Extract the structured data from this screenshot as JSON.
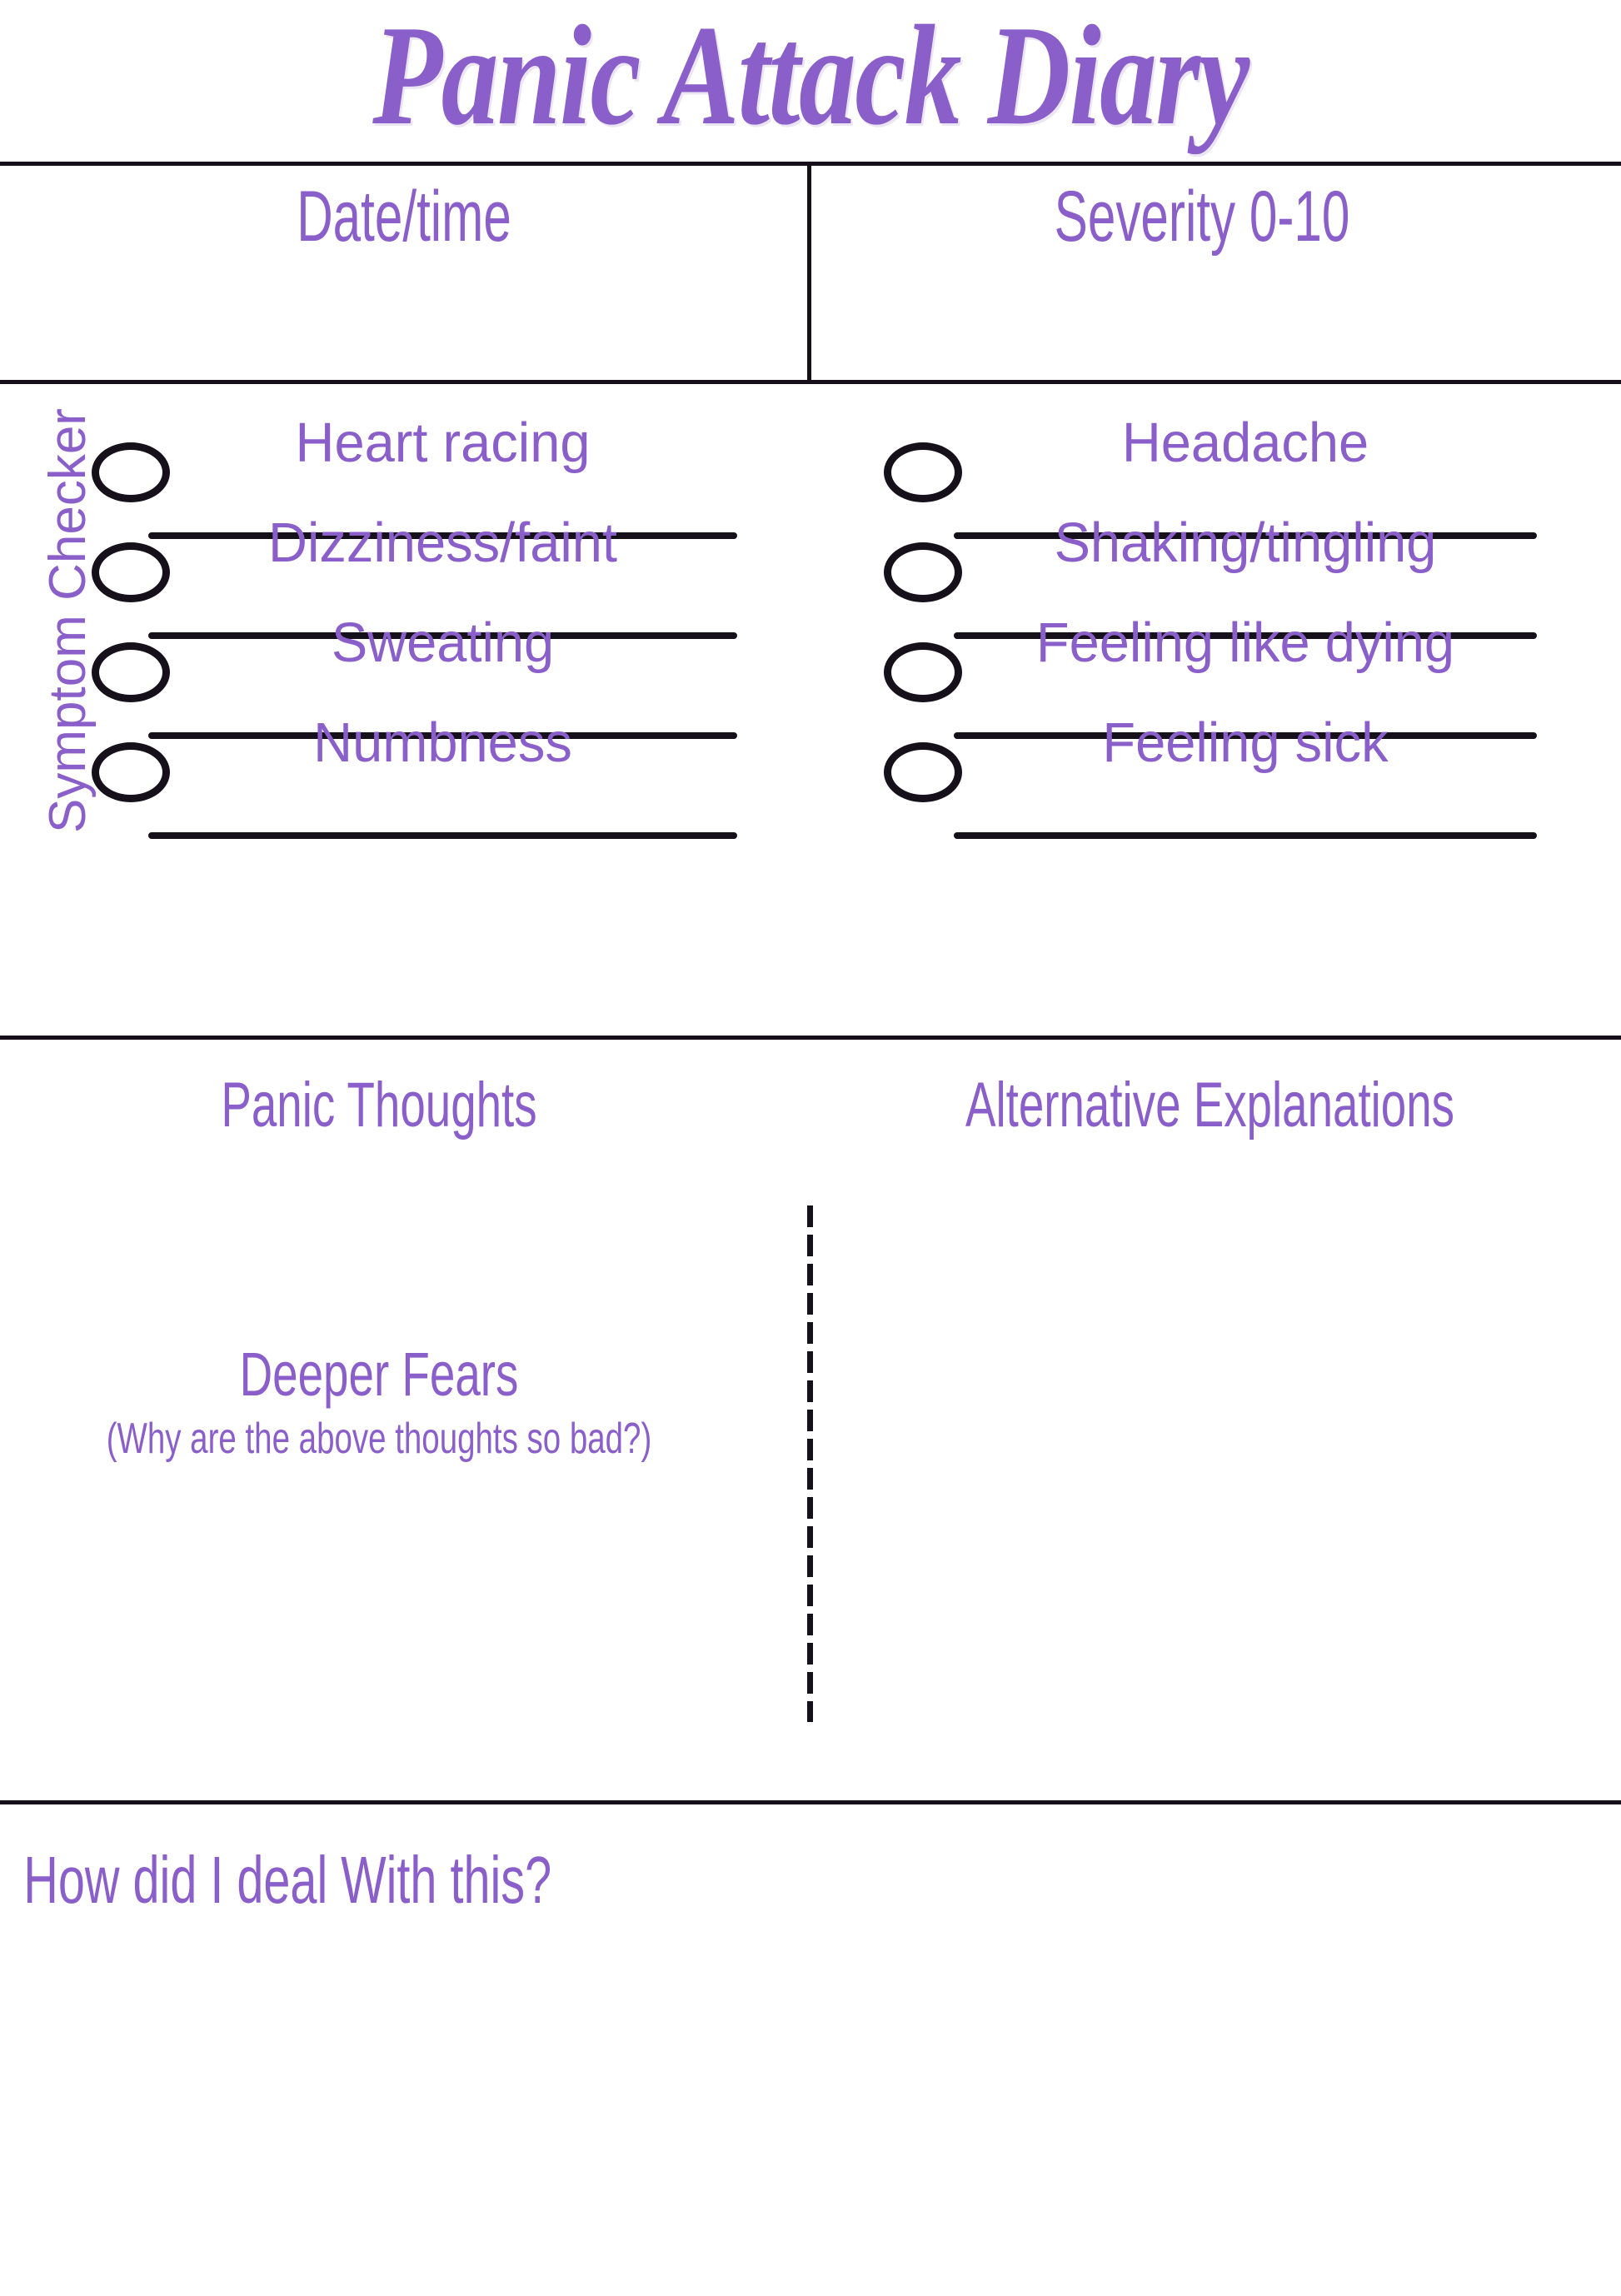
{
  "page": {
    "title": "Panic Attack Diary",
    "accent_color": "#8B5FC9",
    "line_color": "#151019",
    "background": "#ffffff"
  },
  "header": {
    "date_time_label": "Date/time",
    "severity_label": "Severity 0-10"
  },
  "symptom_checker": {
    "section_label": "Symptom Checker",
    "left_column": [
      {
        "label": "Heart racing"
      },
      {
        "label": "Dizziness/faint"
      },
      {
        "label": "Sweating"
      },
      {
        "label": "Numbness"
      }
    ],
    "right_column": [
      {
        "label": "Headache"
      },
      {
        "label": "Shaking/tingling"
      },
      {
        "label": "Feeling like dying"
      },
      {
        "label": "Feeling sick"
      }
    ]
  },
  "thoughts": {
    "panic_thoughts_label": "Panic Thoughts",
    "alternative_explanations_label": "Alternative Explanations",
    "deeper_fears_label": "Deeper Fears",
    "deeper_fears_hint": "(Why are the above thoughts so bad?)"
  },
  "coping": {
    "question_label": "How did I deal With this?"
  }
}
